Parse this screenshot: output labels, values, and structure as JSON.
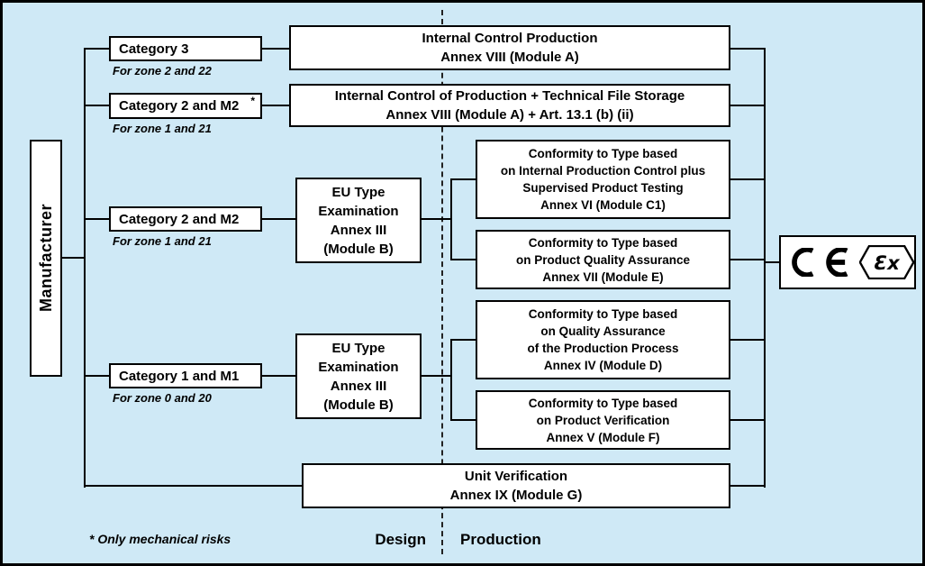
{
  "colors": {
    "background": "#cfe9f6",
    "box_bg": "#ffffff",
    "line": "#000000"
  },
  "manufacturer": "Manufacturer",
  "divider_labels": {
    "design": "Design",
    "production": "Production"
  },
  "footnote": "* Only mechanical  risks",
  "categories": [
    {
      "label": "Category 3",
      "sup": "",
      "zone": "For zone 2 and 22"
    },
    {
      "label": "Category 2 and  M2",
      "sup": "*",
      "zone": "For zone 1 and 21"
    },
    {
      "label": "Category 2 and  M2",
      "sup": "",
      "zone": "For zone 1 and 21"
    },
    {
      "label": "Category 1 and  M1",
      "sup": "",
      "zone": "For zone 0 and 20"
    }
  ],
  "top_boxes": [
    {
      "title": "Internal Control Production",
      "subtitle": "Annex VIII (Module A)"
    },
    {
      "title": "Internal Control of Production + Technical File Storage",
      "subtitle": "Annex VIII (Module A) + Art. 13.1 (b) (ii)"
    }
  ],
  "eu_type": {
    "lines": [
      "EU Type",
      "Examination",
      "Annex  III",
      "(Module B)"
    ]
  },
  "conformity": [
    {
      "lines": [
        "Conformity to Type based",
        "on Internal Production Control plus",
        "Supervised Product Testing",
        "Annex  VI (Module C1)"
      ]
    },
    {
      "lines": [
        "Conformity to Type based",
        "on Product Quality Assurance",
        "Annex  VII (Module E)"
      ]
    },
    {
      "lines": [
        "Conformity to Type based",
        "on Quality Assurance",
        "of the Production Process",
        "Annex  IV (Module D)"
      ]
    },
    {
      "lines": [
        "Conformity to Type based",
        "on Product Verification",
        "Annex  V (Module F)"
      ]
    }
  ],
  "unit_verification": {
    "title": "Unit Verification",
    "subtitle": "Annex IX (Module G)"
  },
  "marks": {
    "ce": "CE",
    "ex": "Ɛx"
  }
}
